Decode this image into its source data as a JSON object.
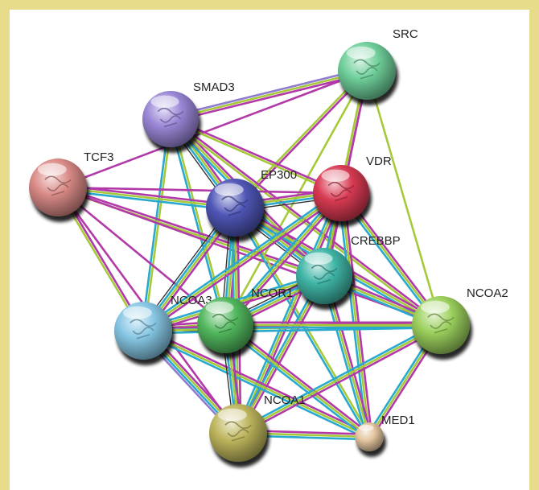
{
  "network": {
    "nodes": [
      {
        "id": "SRC",
        "label": "SRC",
        "color": "#6fcf9a"
      },
      {
        "id": "SMAD3",
        "label": "SMAD3",
        "color": "#9a86d6"
      },
      {
        "id": "TCF3",
        "label": "TCF3",
        "color": "#d98a86"
      },
      {
        "id": "EP300",
        "label": "EP300",
        "color": "#4f56b6"
      },
      {
        "id": "VDR",
        "label": "VDR",
        "color": "#d83a52"
      },
      {
        "id": "CREBBP",
        "label": "CREBBP",
        "color": "#3fb5a6"
      },
      {
        "id": "NCOA3",
        "label": "NCOA3",
        "color": "#86c6e4"
      },
      {
        "id": "NCOR1",
        "label": "NCOR1",
        "color": "#52b85e"
      },
      {
        "id": "NCOA2",
        "label": "NCOA2",
        "color": "#9bd05c"
      },
      {
        "id": "NCOA1",
        "label": "NCOA1",
        "color": "#bdb55c"
      },
      {
        "id": "MED1",
        "label": "MED1",
        "color": "#e3c59e"
      }
    ],
    "edge_colors": {
      "purple": "#b23aa8",
      "lime": "#a6c93a",
      "cyan": "#2aa9cf",
      "dark": "#333333",
      "lavender": "#8f7bd0"
    }
  }
}
